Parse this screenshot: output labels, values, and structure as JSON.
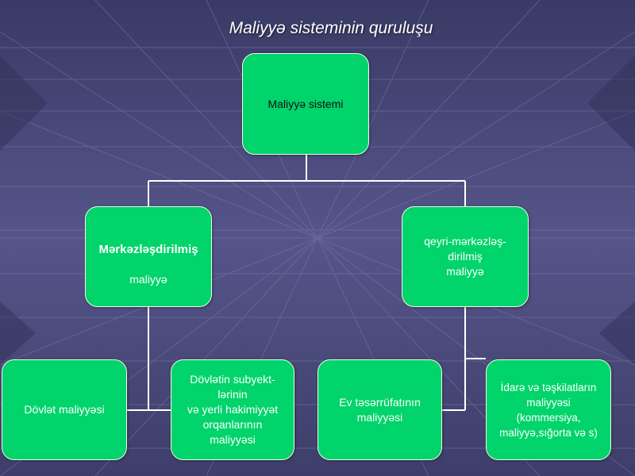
{
  "title": "Maliyyə sisteminin quruluşu",
  "nodes": {
    "root": "Maliyyə sistemi",
    "centralized": {
      "bold": "Mərkəzləşdirilmiş",
      "normal": "maliyyə"
    },
    "decentralized": "qeyri-mərkəzləş-\ndirilmiş\nmaliyyə",
    "state_finance": "Dövlət maliyyəsi",
    "local_finance": "Dövlətin subyekt-\nlərinin\nvə yerli hakimiyyət\norqanlarının\nmaliyyəsi",
    "household_finance": "Ev təsərrüfatının\nmaliyyəsi",
    "enterprise_finance": "İdarə və təşkilatların\nmaliyyəsi\n(kommersiya,\nmaliyyə,sığorta və s)"
  },
  "colors": {
    "node_fill": "#00d46a",
    "node_border": "#e9ffe9",
    "connector": "#ffffff",
    "background": "#4a4a78"
  }
}
